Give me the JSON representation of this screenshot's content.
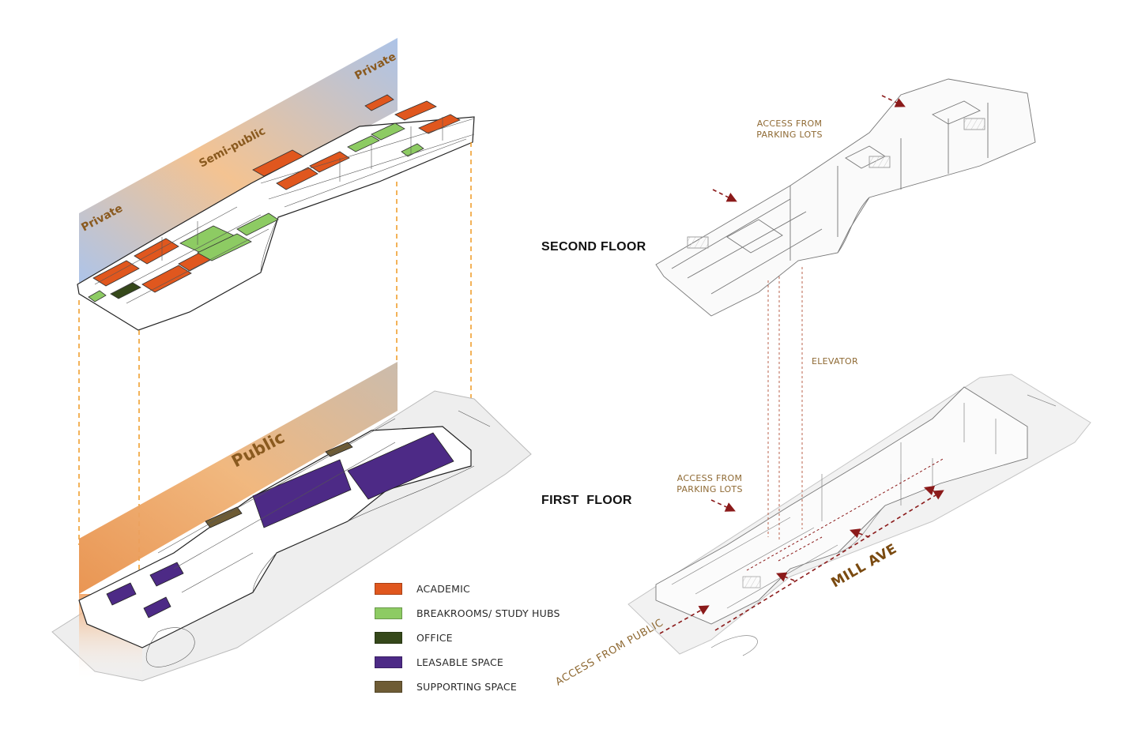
{
  "zones": {
    "private_left": "Private",
    "semi_public": "Semi-public",
    "private_right": "Private",
    "public": "Public"
  },
  "floors": {
    "second": "SECOND FLOOR",
    "first": "FIRST  FLOOR"
  },
  "annotations": {
    "access_parking_top": [
      "ACCESS FROM",
      "PARKING LOTS"
    ],
    "access_parking_bottom": [
      "ACCESS FROM",
      "PARKING LOTS"
    ],
    "elevator": "ELEVATOR",
    "access_public": "ACCESS FROM PUBLIC",
    "street": "MILL AVE"
  },
  "legend": [
    {
      "label": "ACADEMIC",
      "color": "#e0571e"
    },
    {
      "label": "BREAKROOMS/ STUDY HUBS",
      "color": "#8dcb63"
    },
    {
      "label": "OFFICE",
      "color": "#35481a"
    },
    {
      "label": "LEASABLE SPACE",
      "color": "#4d2a86"
    },
    {
      "label": "SUPPORTING SPACE",
      "color": "#6e5c35"
    }
  ],
  "colors": {
    "accent_text": "#8f6a34",
    "zone_text": "#8a5a1f",
    "private_blue": "#a8c0e6",
    "semi_orange": "#f0b47a",
    "public_orange": "#e8954a",
    "dash_orange": "#f0a030",
    "access_arrow": "#8b1a1a",
    "street_text": "#7a4a10"
  }
}
